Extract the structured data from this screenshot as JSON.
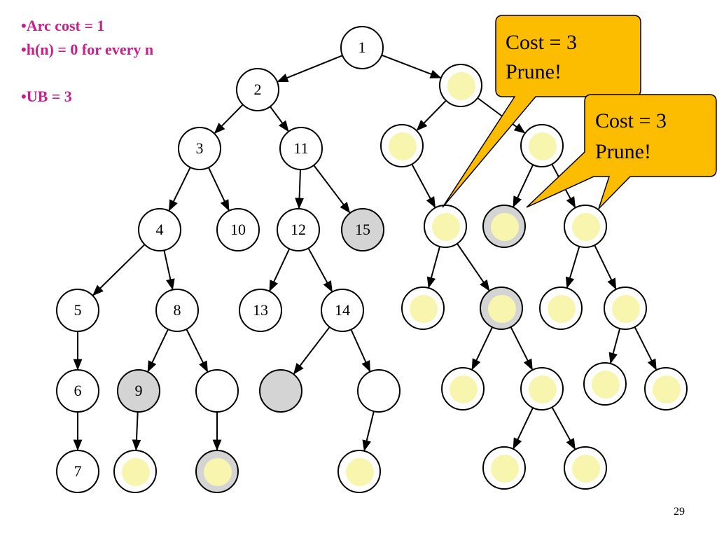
{
  "bullets": {
    "arc_cost": "•Arc cost = 1",
    "heuristic": "•h(n) = 0 for every n",
    "upper_bound": "•UB = 3"
  },
  "callouts": [
    {
      "line1": "Cost = 3",
      "line2": "Prune!"
    },
    {
      "line1": "Cost = 3",
      "line2": "Prune!"
    }
  ],
  "colors": {
    "bullet_text": "#c8208a",
    "callout_fill": "#fcbc00",
    "pruned_dot": "#f8f5ae",
    "visited_grey": "#d4d4d4",
    "node_stroke": "#000000"
  },
  "tree": {
    "nodes": [
      {
        "id": "n1",
        "label": "1"
      },
      {
        "id": "n2",
        "label": "2"
      },
      {
        "id": "r",
        "label": ""
      },
      {
        "id": "n3",
        "label": "3"
      },
      {
        "id": "n11",
        "label": "11"
      },
      {
        "id": "rA",
        "label": ""
      },
      {
        "id": "rB",
        "label": ""
      },
      {
        "id": "n4",
        "label": "4"
      },
      {
        "id": "n10",
        "label": "10"
      },
      {
        "id": "n12",
        "label": "12"
      },
      {
        "id": "n15",
        "label": "15"
      },
      {
        "id": "rA1",
        "label": ""
      },
      {
        "id": "rB1",
        "label": ""
      },
      {
        "id": "rB2",
        "label": ""
      },
      {
        "id": "n5",
        "label": "5"
      },
      {
        "id": "n8",
        "label": "8"
      },
      {
        "id": "n13",
        "label": "13"
      },
      {
        "id": "n14",
        "label": "14"
      },
      {
        "id": "rA1a",
        "label": ""
      },
      {
        "id": "rA1b",
        "label": ""
      },
      {
        "id": "rB2a",
        "label": ""
      },
      {
        "id": "rB2b",
        "label": ""
      },
      {
        "id": "n6",
        "label": "6"
      },
      {
        "id": "n9",
        "label": "9"
      },
      {
        "id": "n8b",
        "label": ""
      },
      {
        "id": "n14a",
        "label": ""
      },
      {
        "id": "n14b",
        "label": ""
      },
      {
        "id": "rA1b1",
        "label": ""
      },
      {
        "id": "rA1b2",
        "label": ""
      },
      {
        "id": "rB2b1",
        "label": ""
      },
      {
        "id": "rB2b2",
        "label": ""
      },
      {
        "id": "n7",
        "label": "7"
      },
      {
        "id": "n9c",
        "label": ""
      },
      {
        "id": "n8bc",
        "label": ""
      },
      {
        "id": "n14bc",
        "label": ""
      },
      {
        "id": "rA1b2a",
        "label": ""
      },
      {
        "id": "rA1b2b",
        "label": ""
      }
    ]
  },
  "slide_number": "29"
}
